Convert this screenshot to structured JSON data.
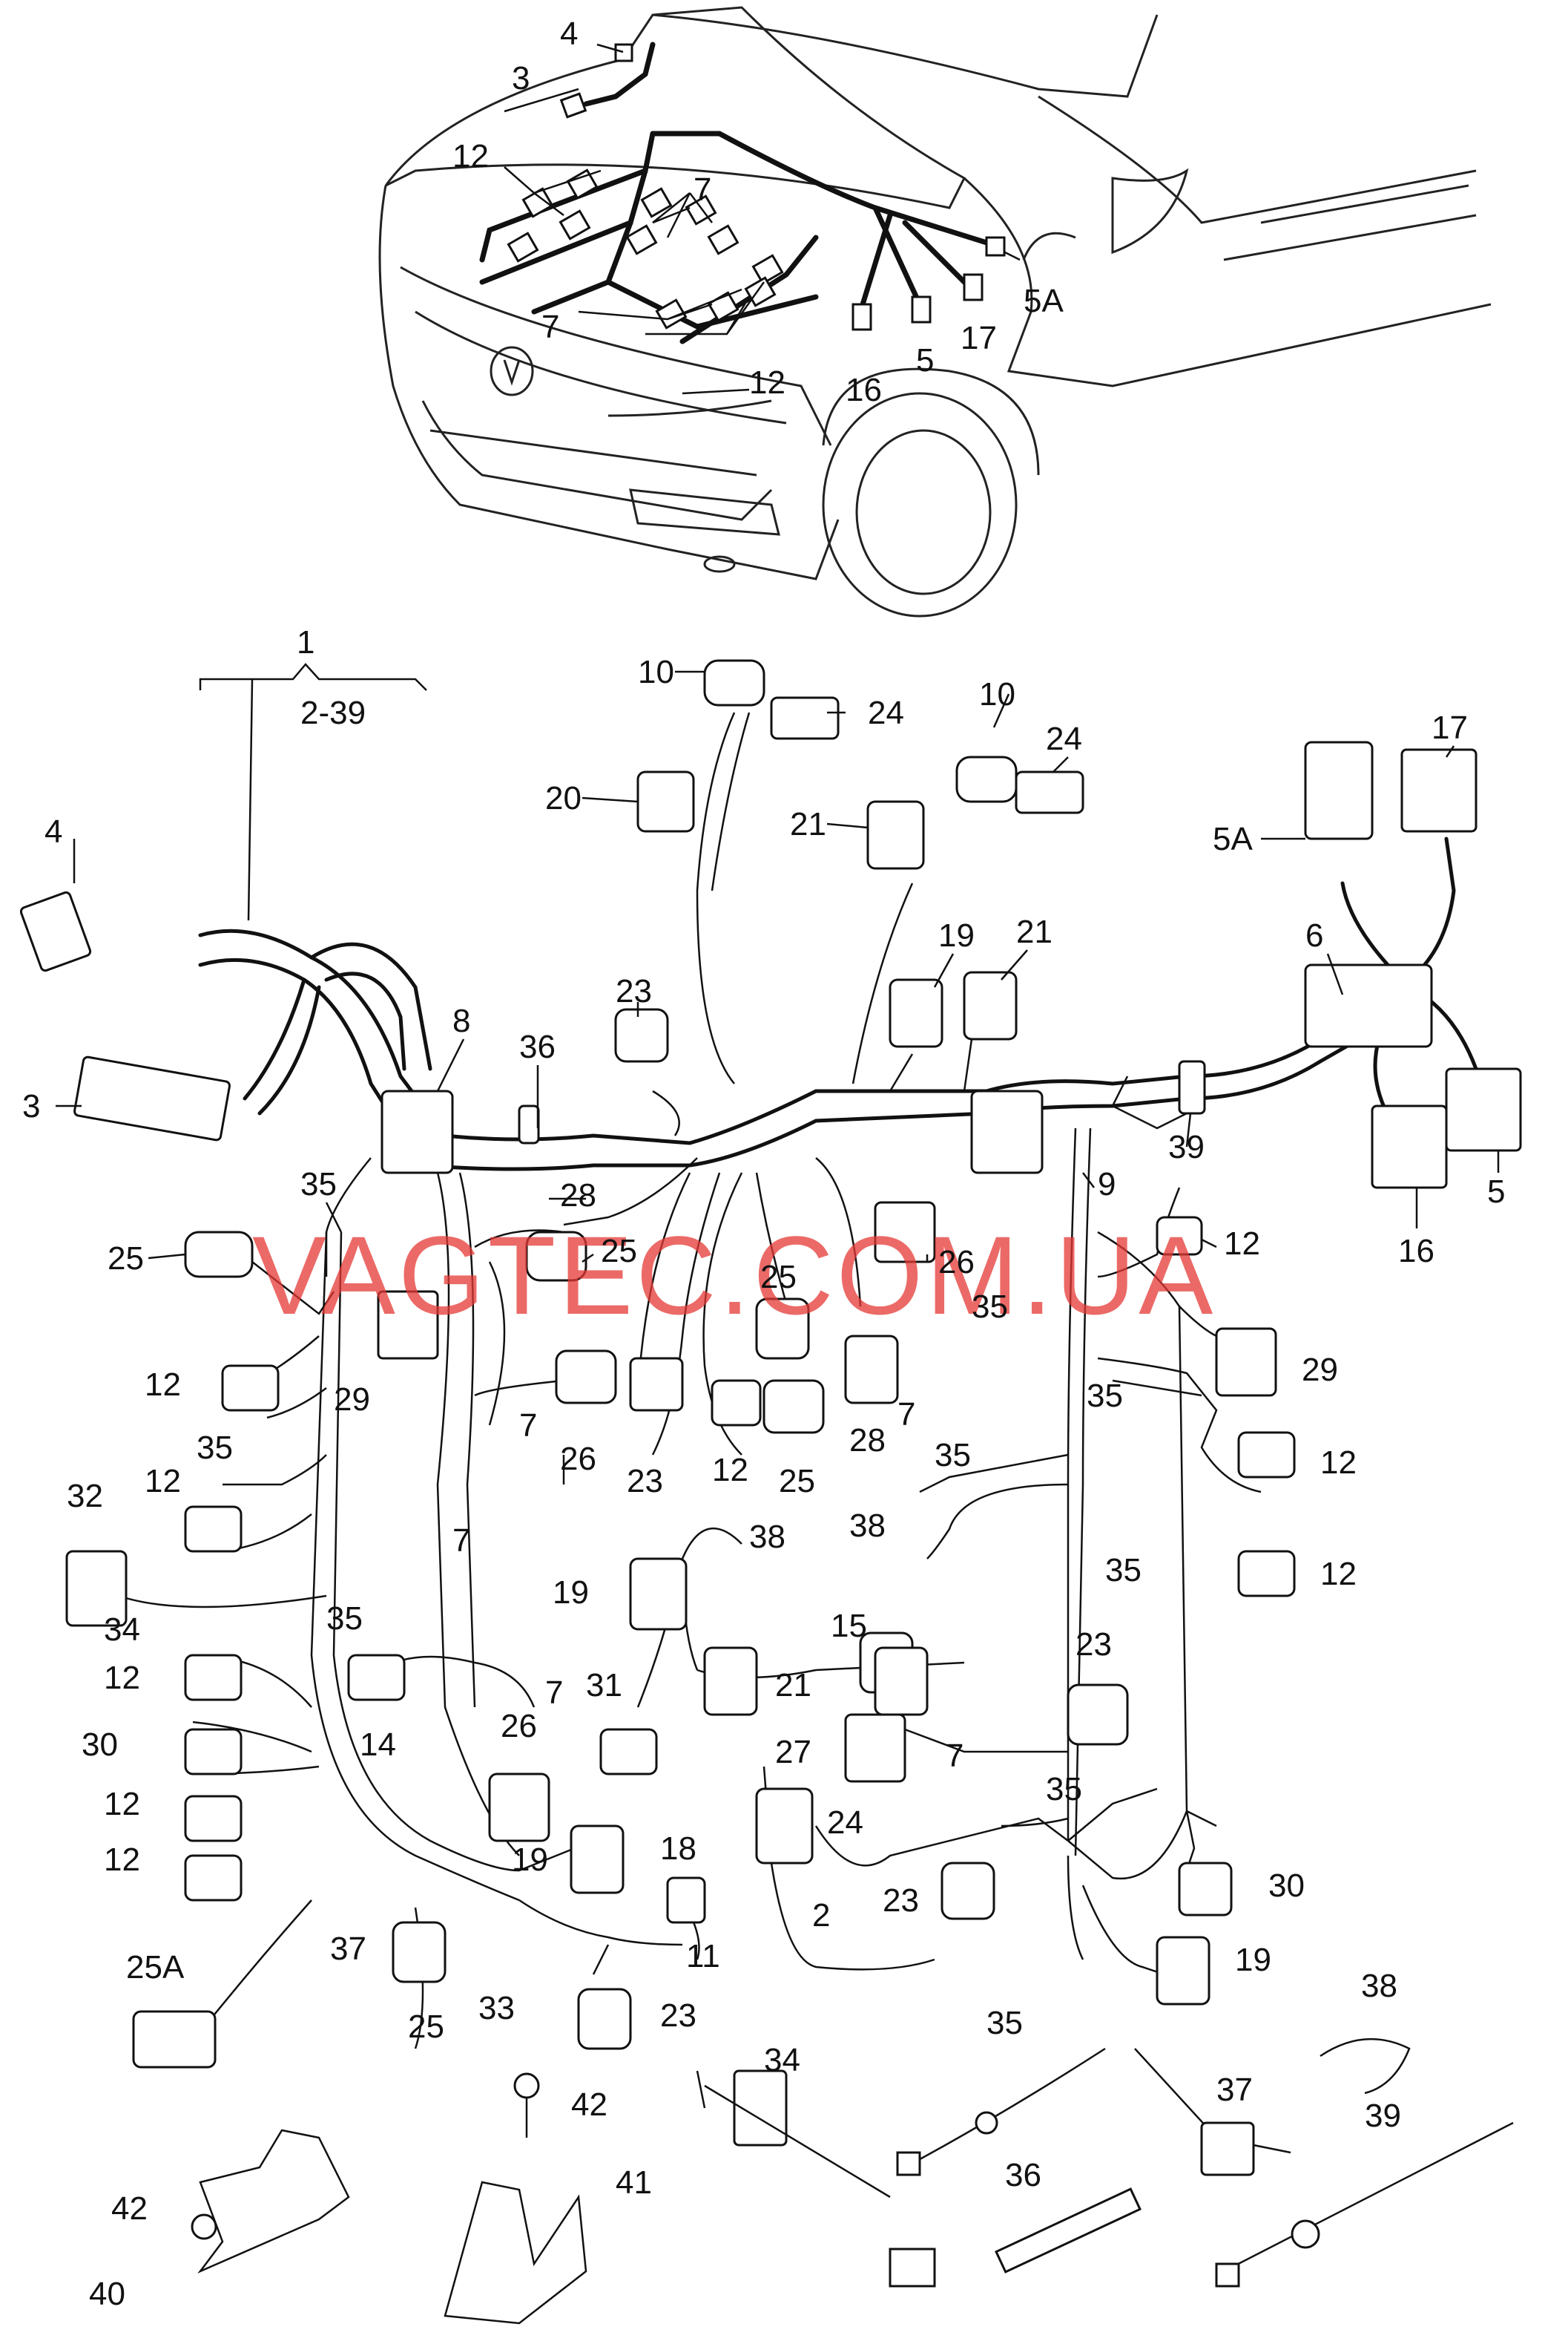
{
  "watermark": "VAGTEC.COM.UA",
  "labels": {
    "c3": "3",
    "c4": "4",
    "c12a": "12",
    "c7a": "7",
    "c7b": "7",
    "c12b": "12",
    "c5A": "5A",
    "c16": "16",
    "c5": "5",
    "c17": "17",
    "l1": "1",
    "l2_39": "2-39",
    "l4": "4",
    "l3": "3",
    "l8": "8",
    "l36": "36",
    "l23a": "23",
    "l10a": "10",
    "l24a": "24",
    "l20": "20",
    "l10b": "10",
    "l24b": "24",
    "l21a": "21",
    "l19a": "19",
    "l21b": "21",
    "l17": "17",
    "l5A": "5A",
    "l6": "6",
    "l35a": "35",
    "l28a": "28",
    "l25a": "25",
    "l25b": "25",
    "l26a": "26",
    "l25c": "25",
    "l9": "9",
    "l12a": "12",
    "l39a": "39",
    "l16": "16",
    "l5": "5",
    "l29a": "29",
    "l12b": "12",
    "l35b": "35",
    "l26b": "26",
    "l23b": "23",
    "l12c": "12",
    "l25d": "25",
    "l28b": "28",
    "l7a": "7",
    "l35c": "35",
    "l29b": "29",
    "l35d": "35",
    "l12d": "12",
    "l35e": "35",
    "l32": "32",
    "l12e": "12",
    "l7b": "7",
    "l38a": "38",
    "l38b": "38",
    "l12f": "12",
    "l35f": "35",
    "l34a": "34",
    "l19b": "19",
    "l7c": "7",
    "l15": "15",
    "l23c": "23",
    "l35g": "35",
    "l12g": "12",
    "l14": "14",
    "l31": "31",
    "l21c": "21",
    "l30a": "30",
    "l26c": "26",
    "l7d": "7",
    "l27": "27",
    "l7e": "7",
    "l12h": "12",
    "l24c": "24",
    "l35h": "35",
    "l12i": "12",
    "l18": "18",
    "l19c": "19",
    "l2": "2",
    "l23d": "23",
    "l30b": "30",
    "l25A": "25A",
    "l37a": "37",
    "l11": "11",
    "l19d": "19",
    "l25e": "25",
    "l33": "33",
    "l23e": "23",
    "l34b": "34",
    "l35i": "35",
    "l38c": "38",
    "l42a": "42",
    "l37b": "37",
    "l39b": "39",
    "l41": "41",
    "l36b": "36",
    "l42b": "42",
    "l40": "40"
  }
}
